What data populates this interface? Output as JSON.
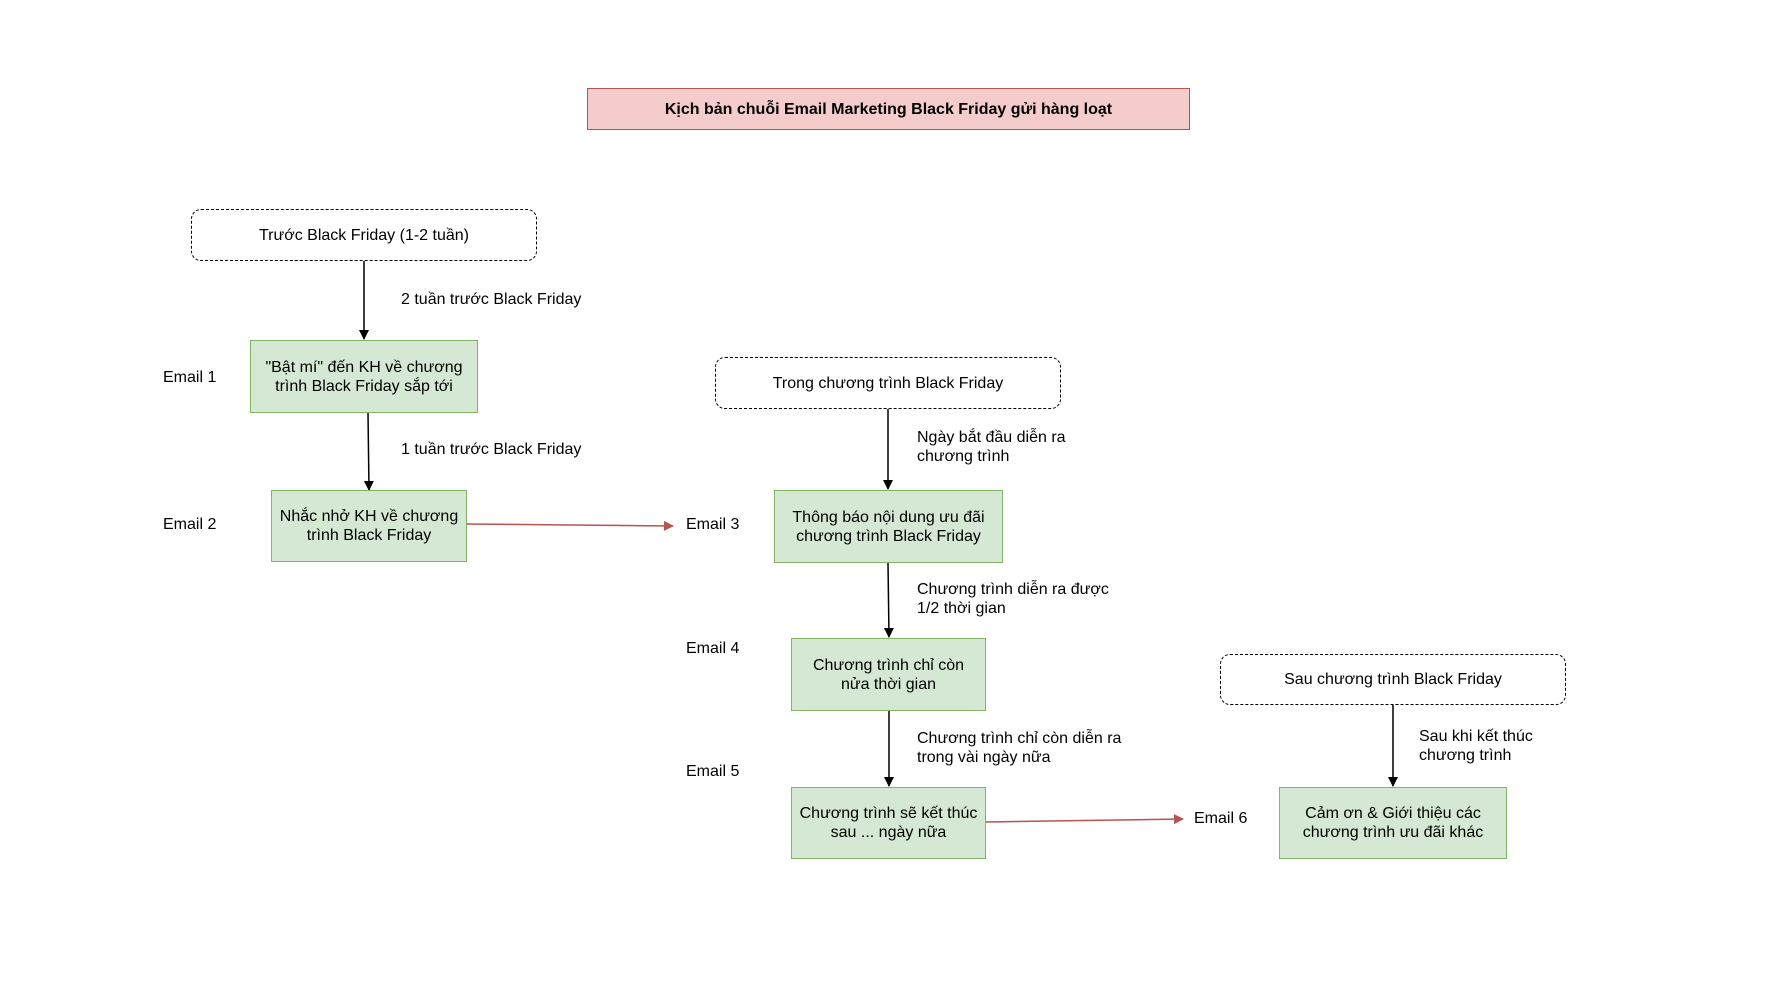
{
  "title": "Kịch bản chuỗi Email Marketing Black Friday gửi hàng loạt",
  "phases": {
    "before": "Trước Black Friday (1-2 tuần)",
    "during": "Trong chương trình Black Friday",
    "after": "Sau chương trình Black Friday"
  },
  "emails": [
    {
      "label": "Email 1",
      "text": "\"Bật mí\" đến KH về chương trình Black Friday sắp tới"
    },
    {
      "label": "Email 2",
      "text": "Nhắc nhở KH về chương trình Black Friday"
    },
    {
      "label": "Email 3",
      "text": "Thông báo nội dung ưu đãi chương trình Black Friday"
    },
    {
      "label": "Email 4",
      "text": "Chương trình chỉ còn nửa thời gian"
    },
    {
      "label": "Email 5",
      "text": "Chương trình sẽ kết thúc sau ... ngày nữa"
    },
    {
      "label": "Email 6",
      "text": "Cảm ơn  & Giới thiệu các chương trình ưu đãi khác"
    }
  ],
  "edge_labels": {
    "before_to_e1": "2 tuần trước Black Friday",
    "e1_to_e2": "1 tuần trước Black Friday",
    "during_to_e3": "Ngày bắt đầu diễn ra\nchương trình",
    "e3_to_e4": "Chương trình diễn ra được\n1/2 thời gian",
    "e4_to_e5": "Chương trình chỉ còn diễn ra\ntrong vài ngày nữa",
    "after_to_e6": "Sau khi kết thúc\nchương trình"
  },
  "colors": {
    "title_fill": "#f4cccc",
    "title_stroke": "#b85450",
    "email_fill": "#d5e8d4",
    "email_stroke": "#82b366",
    "cross_arrow": "#b85450"
  }
}
